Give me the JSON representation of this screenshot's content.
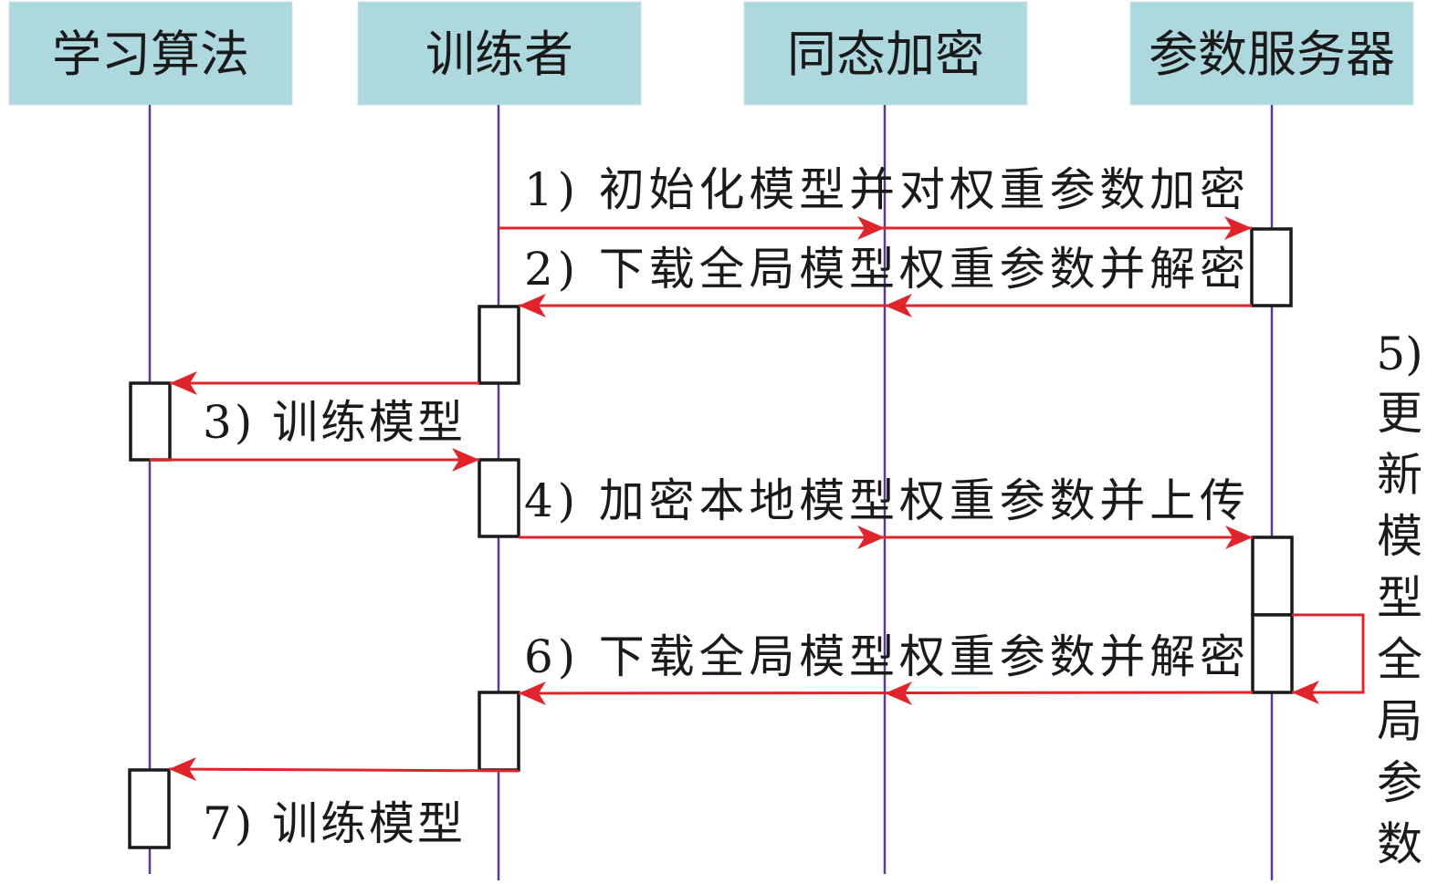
{
  "diagram": {
    "type": "sequence",
    "colors": {
      "actor_fill": "#add8de",
      "lifeline": "#5b3a96",
      "arrow": "#e0242b",
      "activation_border": "#1a1a1a"
    },
    "actors": [
      {
        "id": "algo",
        "label": "学习算法"
      },
      {
        "id": "trainer",
        "label": "训练者"
      },
      {
        "id": "he",
        "label": "同态加密"
      },
      {
        "id": "server",
        "label": "参数服务器"
      }
    ],
    "messages": [
      {
        "step": 1,
        "from": "trainer",
        "via": "he",
        "to": "server",
        "label": "1) 初始化模型并对权重参数加密"
      },
      {
        "step": 2,
        "from": "server",
        "via": "he",
        "to": "trainer",
        "label": "2) 下载全局模型权重参数并解密"
      },
      {
        "step": 3,
        "from": "trainer",
        "to": "algo",
        "return_to": "trainer",
        "label": "3) 训练模型"
      },
      {
        "step": 4,
        "from": "trainer",
        "via": "he",
        "to": "server",
        "label": "4) 加密本地模型权重参数并上传"
      },
      {
        "step": 5,
        "from": "server",
        "to": "server",
        "self": true,
        "label": "5) 更新模型全局参数"
      },
      {
        "step": 6,
        "from": "server",
        "via": "he",
        "to": "trainer",
        "label": "6) 下载全局模型权重参数并解密"
      },
      {
        "step": 7,
        "from": "trainer",
        "to": "algo",
        "label": "7) 训练模型"
      }
    ],
    "side_label": {
      "step": "5)",
      "chars": [
        "更",
        "新",
        "模",
        "型",
        "全",
        "局",
        "参",
        "数"
      ]
    }
  }
}
